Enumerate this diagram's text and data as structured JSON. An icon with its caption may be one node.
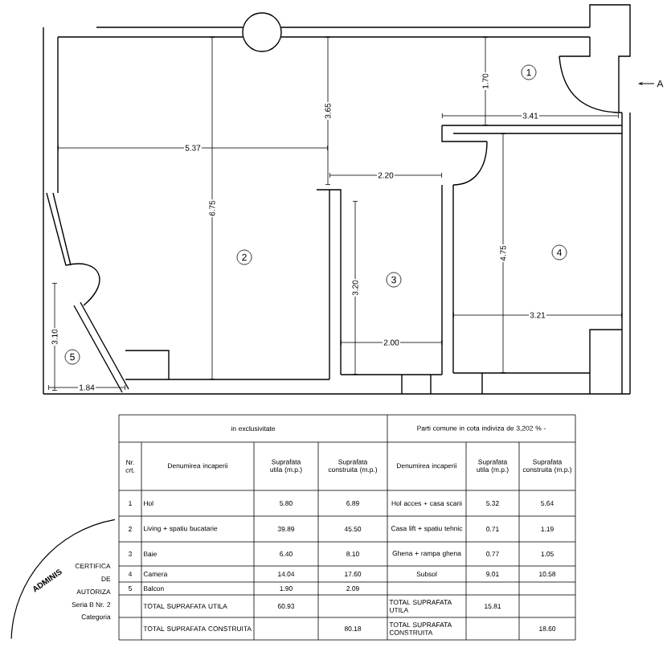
{
  "diagram": {
    "labels": [
      "1",
      "A",
      "3.65",
      "1.70",
      "3.41",
      "5.37",
      "2.20",
      "6.75",
      "2",
      "4.75",
      "4",
      "3.20",
      "3",
      "3.21",
      "2.00",
      "3.10",
      "5",
      "1.84",
      "in exclusivitate",
      "Parti comune in cota indiviza de 3,202 % -",
      "Nr. crt.",
      "Denumirea incaperii",
      "Suprafata utila (m.p.)",
      "Suprafata construita (m.p.)",
      "Denumirea incaperii",
      "Suprafata utila (m.p.)",
      "Suprafata construita (m.p.)",
      "1",
      "Hol",
      "5.80",
      "6.89",
      "Hol acces + casa scarii",
      "5.32",
      "5.64",
      "2",
      "Living + spatiu bucatarie",
      "39.89",
      "45.50",
      "Casa lift + spatiu tehnic",
      "0.71",
      "1.19",
      "3",
      "Baie",
      "6.40",
      "8.10",
      "Ghena + rampa ghena",
      "0.77",
      "1.05",
      "4",
      "Camera",
      "14.04",
      "17.60",
      "Subsol",
      "9.01",
      "10.58",
      "5",
      "Balcon",
      "1.90",
      "2.09",
      "TOTAL SUPRAFATA UTILA",
      "60.93",
      "TOTAL SUPRAFATA UTILA",
      "15.81",
      "TOTAL SUPRAFATA CONSTRUITA",
      "80.18",
      "TOTAL SUPRAFATA CONSTRUITA",
      "18.60",
      "ADMINIS",
      "CERTIFICA",
      "DE",
      "AUTORIZA",
      "Seria B Nr. 2",
      "Categoria"
    ]
  }
}
